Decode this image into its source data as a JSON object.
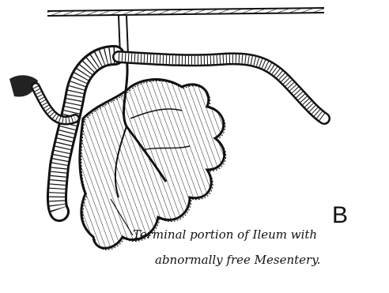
{
  "figure": {
    "panel_label": "B",
    "caption_line1": "Terminal portion of Ileum with",
    "caption_line2": "abnormally free Mesentery."
  },
  "colors": {
    "ink": "#111111",
    "background": "#ffffff"
  }
}
